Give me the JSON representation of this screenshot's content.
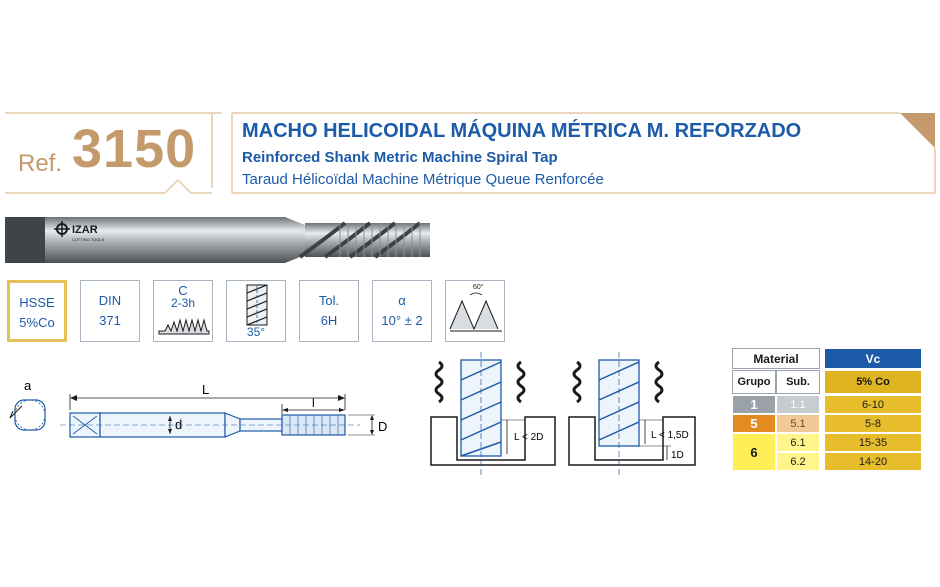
{
  "header": {
    "ref_label": "Ref.",
    "ref_number": "3150",
    "title_es": "MACHO HELICOIDAL MÁQUINA MÉTRICA M. REFORZADO",
    "title_en": "Reinforced Shank Metric Machine Spiral Tap",
    "title_fr": "Taraud Hélicoïdal Machine Métrique Queue Renforcée"
  },
  "brand": {
    "name": "IZAR",
    "tagline": "CUTTING TOOLS"
  },
  "specs": [
    {
      "line1": "HSSE",
      "line2": "5%Co"
    },
    {
      "line1": "DIN",
      "line2": "371"
    },
    {
      "line1": "C",
      "line2": "2-3h"
    },
    {
      "angle": "35°"
    },
    {
      "line1": "Tol.",
      "line2": "6H"
    },
    {
      "line1": "α",
      "line2": "10° ± 2"
    },
    {
      "angle": "60°"
    }
  ],
  "drawing": {
    "label_a": "a",
    "label_L": "L",
    "label_l": "l",
    "label_d": "d",
    "label_D": "D",
    "hole1_label": "L < 2D",
    "hole2_label": "L < 1,5D",
    "hole2_sub": "1D"
  },
  "table": {
    "material_header": "Material",
    "vc_header": "Vc",
    "grupo_header": "Grupo",
    "sub_header": "Sub.",
    "vc_sub_header": "5% Co",
    "groups": [
      {
        "grupo": "1",
        "rows": [
          {
            "sub": "1.1",
            "vc": "6-10"
          }
        ]
      },
      {
        "grupo": "5",
        "rows": [
          {
            "sub": "5.1",
            "vc": "5-8"
          }
        ]
      },
      {
        "grupo": "6",
        "rows": [
          {
            "sub": "6.1",
            "vc": "15-35"
          },
          {
            "sub": "6.2",
            "vc": "14-20"
          }
        ]
      }
    ]
  },
  "colors": {
    "accent_gold": "#c49a6c",
    "title_blue": "#1d5aa8",
    "vc_yellow": "#e8bd2c"
  }
}
